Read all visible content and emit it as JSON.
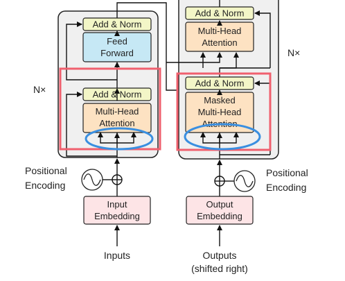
{
  "colors": {
    "stack_fill": "#f0f0f0",
    "stack_stroke": "#222222",
    "add_norm_fill": "#f3f6c7",
    "attention_fill": "#fde2c2",
    "feed_forward_fill": "#c6e8f5",
    "embedding_fill": "#fde4e6",
    "highlight_red": "#f0606e",
    "highlight_blue": "#3a8fe0",
    "arrow": "#111111"
  },
  "encoder": {
    "repeat_label": "N×",
    "add_norm_top": "Add & Norm",
    "feed_forward": [
      "Feed",
      "Forward"
    ],
    "add_norm_bottom": "Add & Norm",
    "multi_head_attention": [
      "Multi-Head",
      "Attention"
    ],
    "positional_encoding": [
      "Positional",
      "Encoding"
    ],
    "input_embedding": [
      "Input",
      "Embedding"
    ],
    "inputs_label": "Inputs"
  },
  "decoder": {
    "repeat_label": "N×",
    "add_norm_top": "Add & Norm",
    "multi_head_attention": [
      "Multi-Head",
      "Attention"
    ],
    "add_norm_bottom": "Add & Norm",
    "masked_attention": [
      "Masked",
      "Multi-Head",
      "Attention"
    ],
    "positional_encoding": [
      "Positional",
      "Encoding"
    ],
    "output_embedding": [
      "Output",
      "Embedding"
    ],
    "outputs_label": [
      "Outputs",
      "(shifted right)"
    ]
  }
}
